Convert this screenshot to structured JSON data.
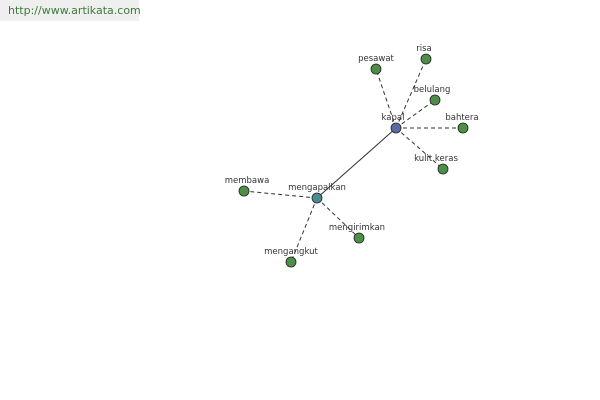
{
  "watermark": "http://www.artikata.com",
  "colors": {
    "hub_primary": "#5a6aa8",
    "hub_secondary": "#4a8a90",
    "leaf": "#4e8e48",
    "edge": "#333333"
  },
  "graph": {
    "nodes": [
      {
        "id": "kapal",
        "label": "kapal",
        "type": "hub_primary"
      },
      {
        "id": "mengapalkan",
        "label": "mengapalkan",
        "type": "hub_secondary"
      },
      {
        "id": "pesawat",
        "label": "pesawat",
        "type": "leaf"
      },
      {
        "id": "risa",
        "label": "risa",
        "type": "leaf"
      },
      {
        "id": "belulang",
        "label": "belulang",
        "type": "leaf"
      },
      {
        "id": "bahtera",
        "label": "bahtera",
        "type": "leaf"
      },
      {
        "id": "kulit-keras",
        "label": "kulit keras",
        "type": "leaf"
      },
      {
        "id": "membawa",
        "label": "membawa",
        "type": "leaf"
      },
      {
        "id": "mengirimkan",
        "label": "mengirimkan",
        "type": "leaf"
      },
      {
        "id": "mengangkut",
        "label": "mengangkut",
        "type": "leaf"
      }
    ],
    "edges": [
      {
        "from": "kapal",
        "to": "mengapalkan",
        "style": "solid"
      },
      {
        "from": "kapal",
        "to": "pesawat",
        "style": "dashed"
      },
      {
        "from": "kapal",
        "to": "risa",
        "style": "dashed"
      },
      {
        "from": "kapal",
        "to": "belulang",
        "style": "dashed"
      },
      {
        "from": "kapal",
        "to": "bahtera",
        "style": "dashed"
      },
      {
        "from": "kapal",
        "to": "kulit-keras",
        "style": "dashed"
      },
      {
        "from": "mengapalkan",
        "to": "membawa",
        "style": "dashed"
      },
      {
        "from": "mengapalkan",
        "to": "mengirimkan",
        "style": "dashed"
      },
      {
        "from": "mengapalkan",
        "to": "mengangkut",
        "style": "dashed"
      }
    ]
  }
}
